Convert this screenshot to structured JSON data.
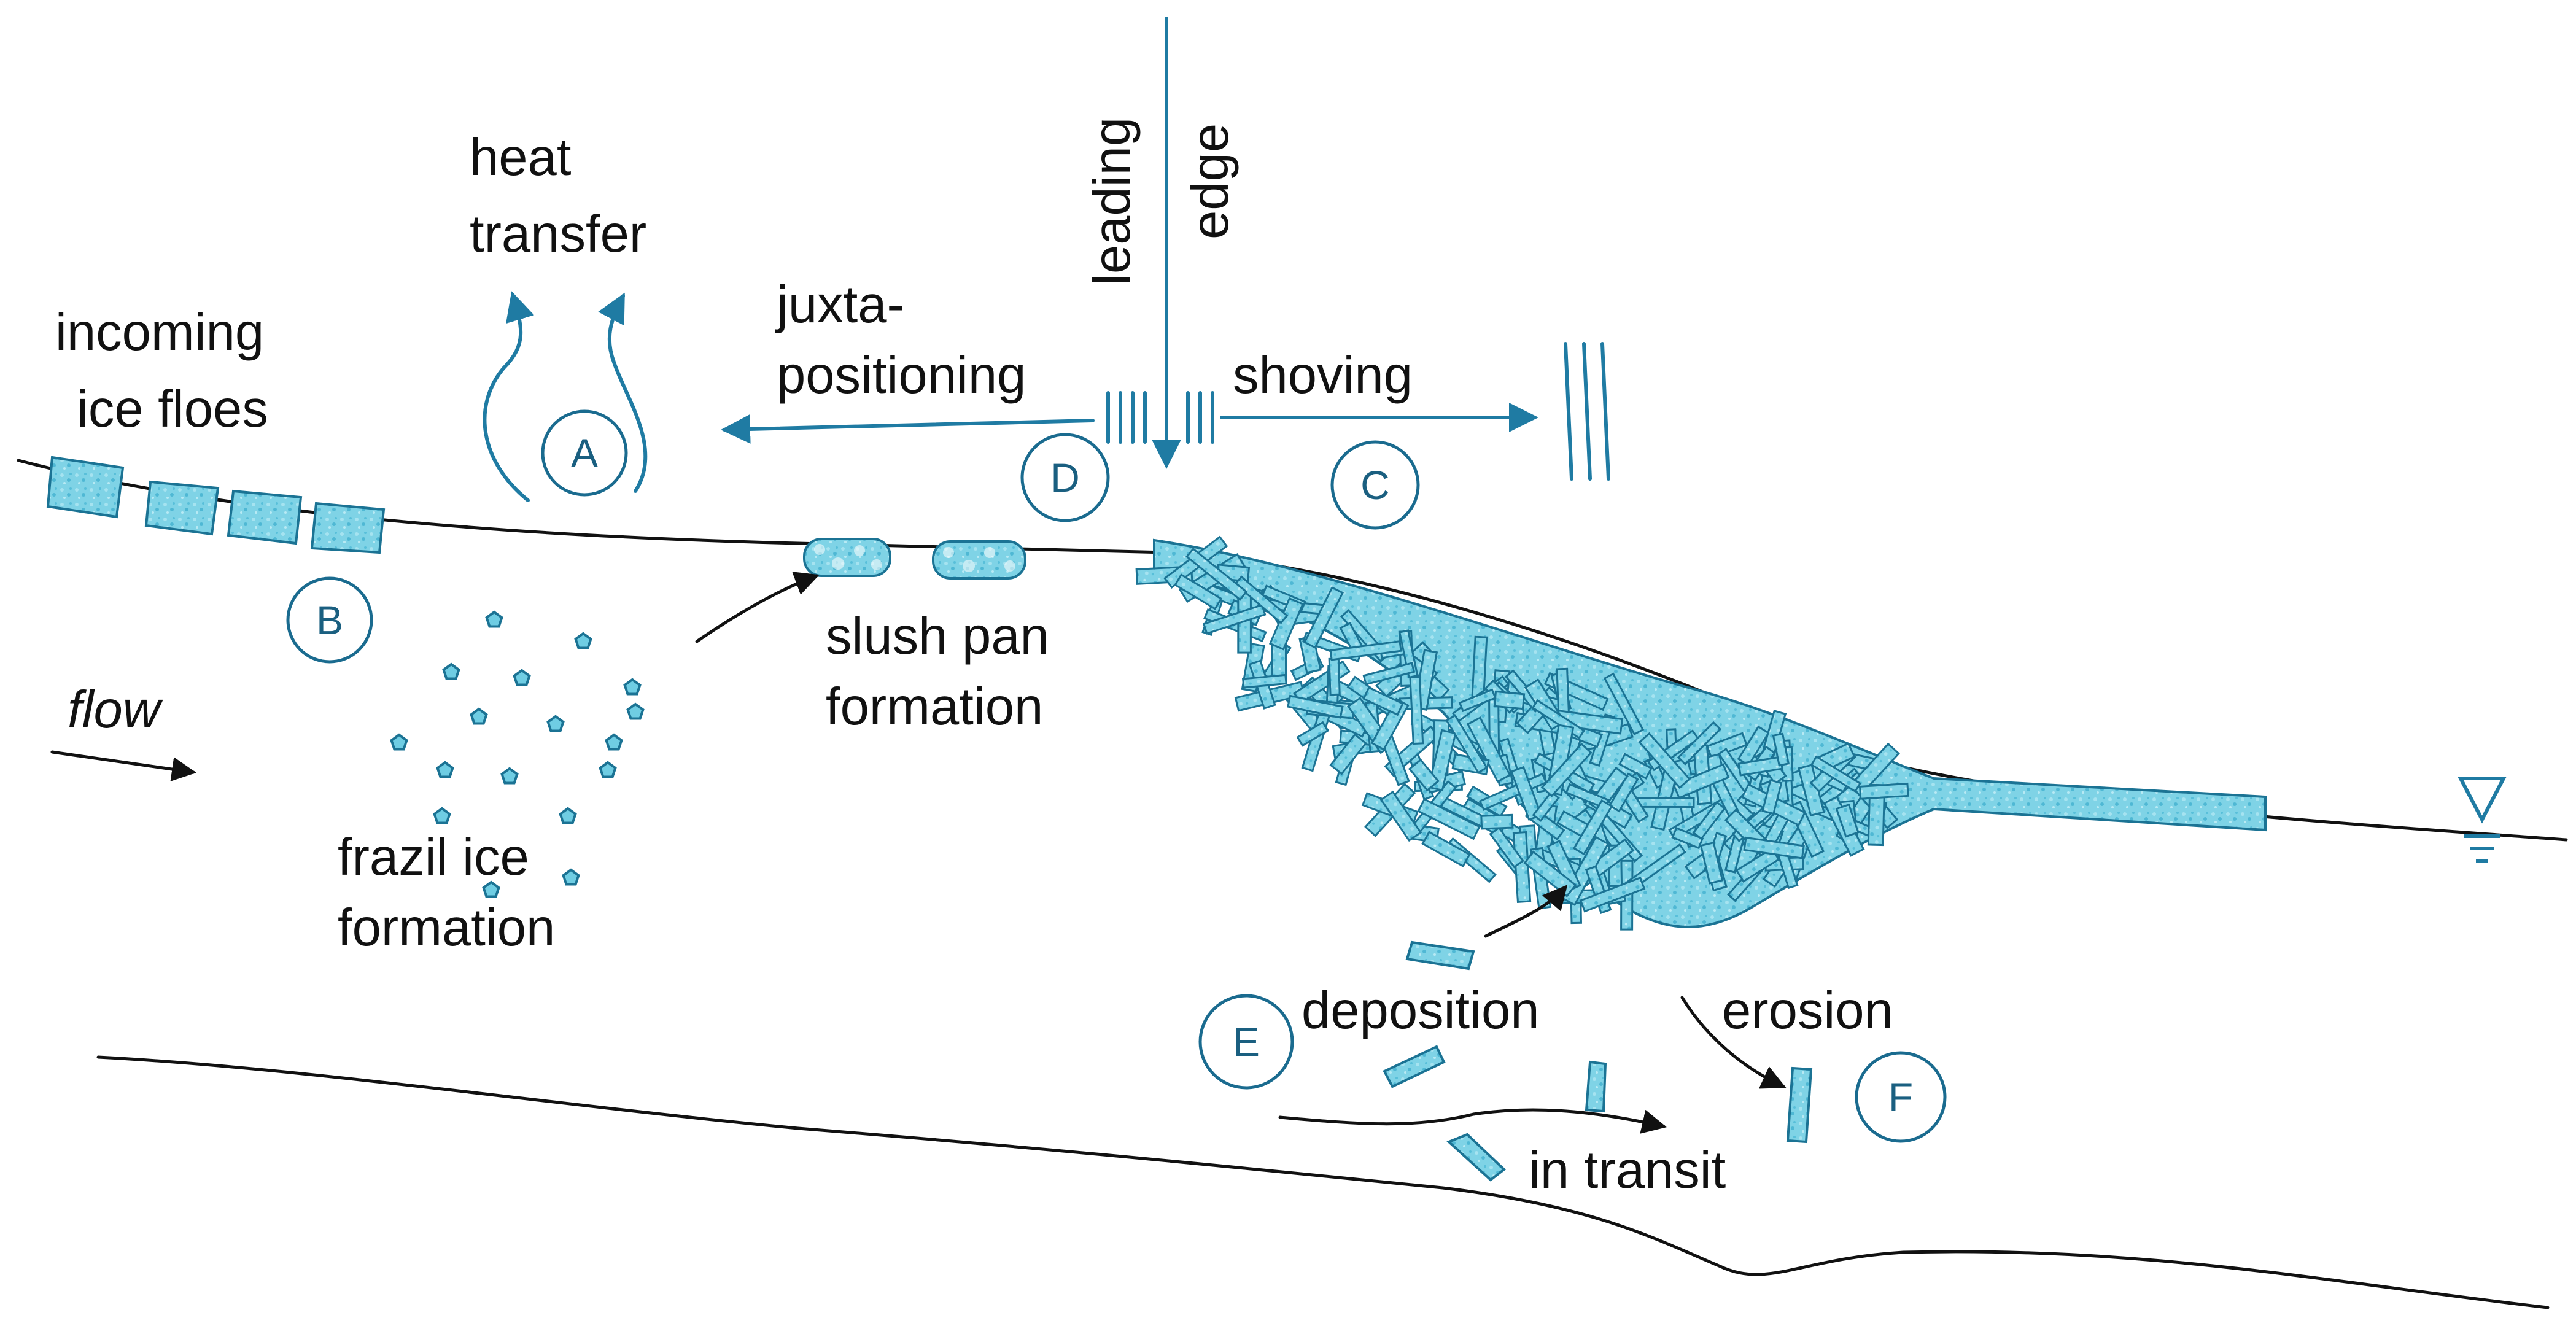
{
  "labels": {
    "heat_transfer_1": "heat",
    "heat_transfer_2": "transfer",
    "incoming_1": "incoming",
    "incoming_2": "ice floes",
    "juxta_1": "juxta-",
    "juxta_2": "positioning",
    "leading_1": "leading",
    "leading_2": "edge",
    "shoving": "shoving",
    "flow": "flow",
    "slush_1": "slush pan",
    "slush_2": "formation",
    "frazil_1": "frazil ice",
    "frazil_2": "formation",
    "deposition": "deposition",
    "erosion": "erosion",
    "in_transit": "in transit"
  },
  "markers": [
    "A",
    "B",
    "C",
    "D",
    "E",
    "F"
  ],
  "colors": {
    "ice_fill": "#6fcde3",
    "ice_stroke": "#1b7394",
    "arrow_blue": "#1f7ba3",
    "line_black": "#111111"
  }
}
